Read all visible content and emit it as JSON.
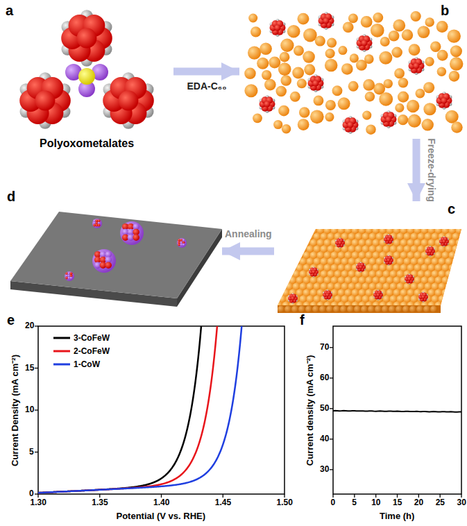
{
  "diagram": {
    "nodes": [
      {
        "text": [
          "a",
          "Polyoxometalates"
        ]
      },
      {
        "text": [
          "b"
        ]
      },
      {
        "text": [
          "c"
        ]
      },
      {
        "text": [
          "d"
        ]
      }
    ],
    "edges": [
      {
        "from": 0,
        "to": 1,
        "arrow": "to",
        "label": "EDA-C₆₀"
      },
      {
        "from": 1,
        "to": 2,
        "arrow": "to",
        "label": "Freeze-drying"
      },
      {
        "from": 2,
        "to": 3,
        "arrow": "to",
        "label": "Annealing"
      }
    ],
    "labels": [
      "e",
      "0",
      "5",
      "10",
      "15",
      "20",
      "1.30",
      "1.35",
      "1.40",
      "1.45",
      "1.50",
      "Current Density (mA cm⁻²)",
      "Potential (V vs. RHE)",
      "f",
      "30",
      "40",
      "50",
      "60",
      "70",
      "0",
      "5",
      "10",
      "15",
      "20",
      "25",
      "30",
      "Current density (mA cm⁻²)",
      "Time (h)"
    ],
    "legend": [
      {
        "text": "3-CoFeW"
      },
      {
        "text": "2-CoFeW"
      },
      {
        "text": "1-CoW"
      }
    ]
  }
}
